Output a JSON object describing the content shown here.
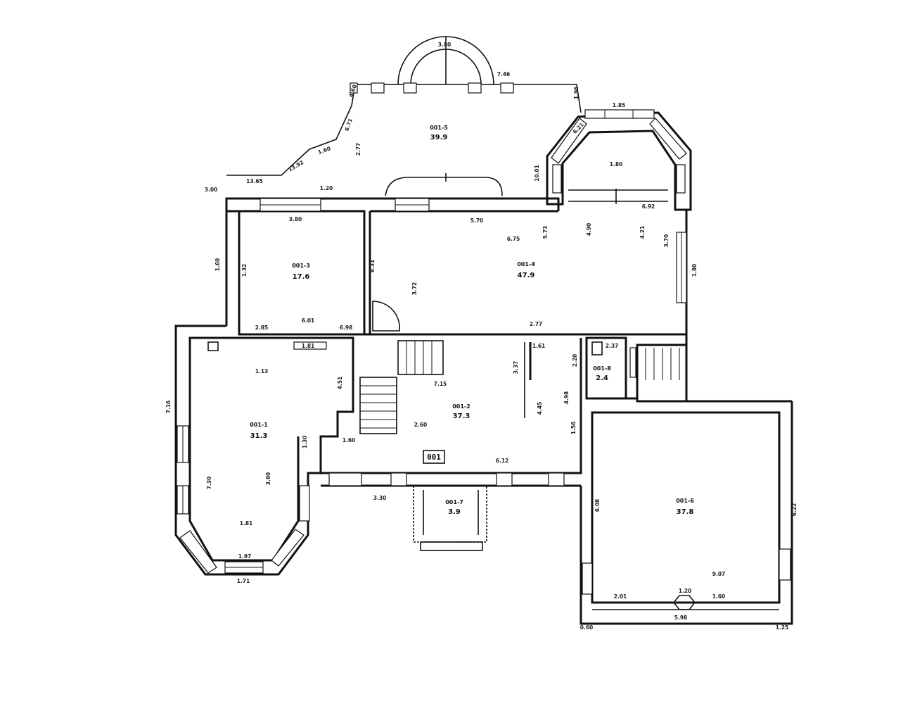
{
  "plan": {
    "tag": "001",
    "rooms": [
      {
        "id": "r1",
        "code": "001-5",
        "area": "39.9"
      },
      {
        "id": "r2",
        "code": "001-3",
        "area": "17.6"
      },
      {
        "id": "r3",
        "code": "001-4",
        "area": "47.9"
      },
      {
        "id": "r4",
        "code": "001-2",
        "area": "37.3"
      },
      {
        "id": "r5",
        "code": "001-1",
        "area": "31.3"
      },
      {
        "id": "r6",
        "code": "001-6",
        "area": "37.8"
      },
      {
        "id": "r7",
        "code": "001-7",
        "area": "3.9"
      },
      {
        "id": "r8",
        "code": "001-8",
        "area": "2.4"
      }
    ],
    "dimensions": [
      "3.80",
      "7.46",
      "1.96",
      "4.60",
      "6.71",
      "2.77",
      "1.60",
      "13.92",
      "13.65",
      "1.20",
      "3.00",
      "1.85",
      "1.80",
      "6.92",
      "6.21",
      "10.01",
      "3.80",
      "5.70",
      "6.75",
      "5.73",
      "4.90",
      "4.21",
      "3.70",
      "1.80",
      "1.60",
      "1.32",
      "2.85",
      "6.01",
      "6.98",
      "8.31",
      "2.77",
      "3.72",
      "1.13",
      "4.51",
      "1.81",
      "7.16",
      "7.30",
      "3.80",
      "1.81",
      "1.97",
      "1.30",
      "6.12",
      "1.60",
      "3.30",
      "1.61",
      "2.20",
      "4.98",
      "6.08",
      "6.22",
      "9.07",
      "2.01",
      "1.20",
      "1.60",
      "5.98",
      "0.60",
      "1.25",
      "2.37",
      "1.71",
      "3.37",
      "7.15",
      "2.60",
      "1.56",
      "4.45"
    ]
  }
}
